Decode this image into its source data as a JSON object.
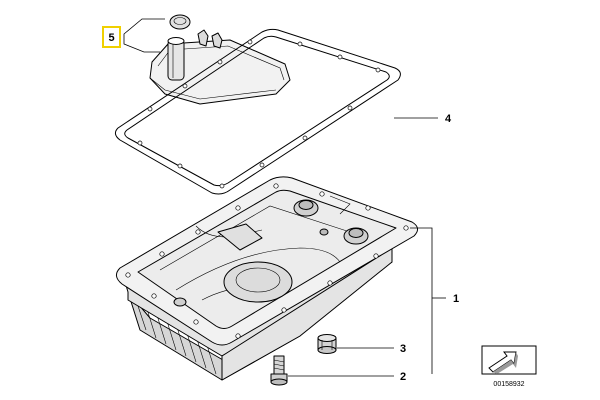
{
  "callouts": {
    "filter": "5",
    "gasket": "4",
    "oil_pan": "1",
    "drain_plug": "3",
    "bolt": "2"
  },
  "document_number": "00158932",
  "colors": {
    "line": "#000000",
    "part_fill": "#f2f2f2",
    "shadow_fill": "#cfcfcf",
    "highlight_box": "#f0d000"
  }
}
